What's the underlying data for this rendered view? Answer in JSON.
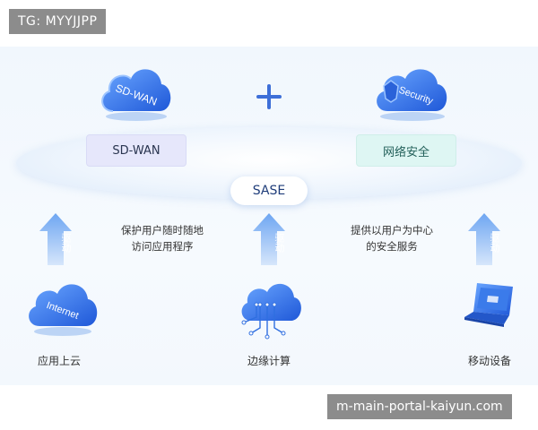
{
  "watermark_top": "TG: MYYJJPP",
  "watermark_bottom": "m-main-portal-kaiyun.com",
  "top_row": {
    "sdwan_cloud_text": "SD-WAN",
    "security_cloud_text": "Security",
    "sdwan_box": "SD-WAN",
    "security_box": "网络安全",
    "center": "SASE"
  },
  "descriptions": {
    "left": "保护用户随时随地\n访问应用程序",
    "right": "提供以用户为中心\n的安全服务"
  },
  "arrow_text": "驱动",
  "bottom_row": {
    "internet_cloud_text": "Internet",
    "left_label": "应用上云",
    "middle_label": "边缘计算",
    "right_label": "移动设备"
  },
  "colors": {
    "accent_blue": "#2f6fe0",
    "arrow_blue": "#7fb1f3",
    "sdwan_box_bg": "#e6e7fb",
    "security_box_bg": "#def6f3"
  }
}
